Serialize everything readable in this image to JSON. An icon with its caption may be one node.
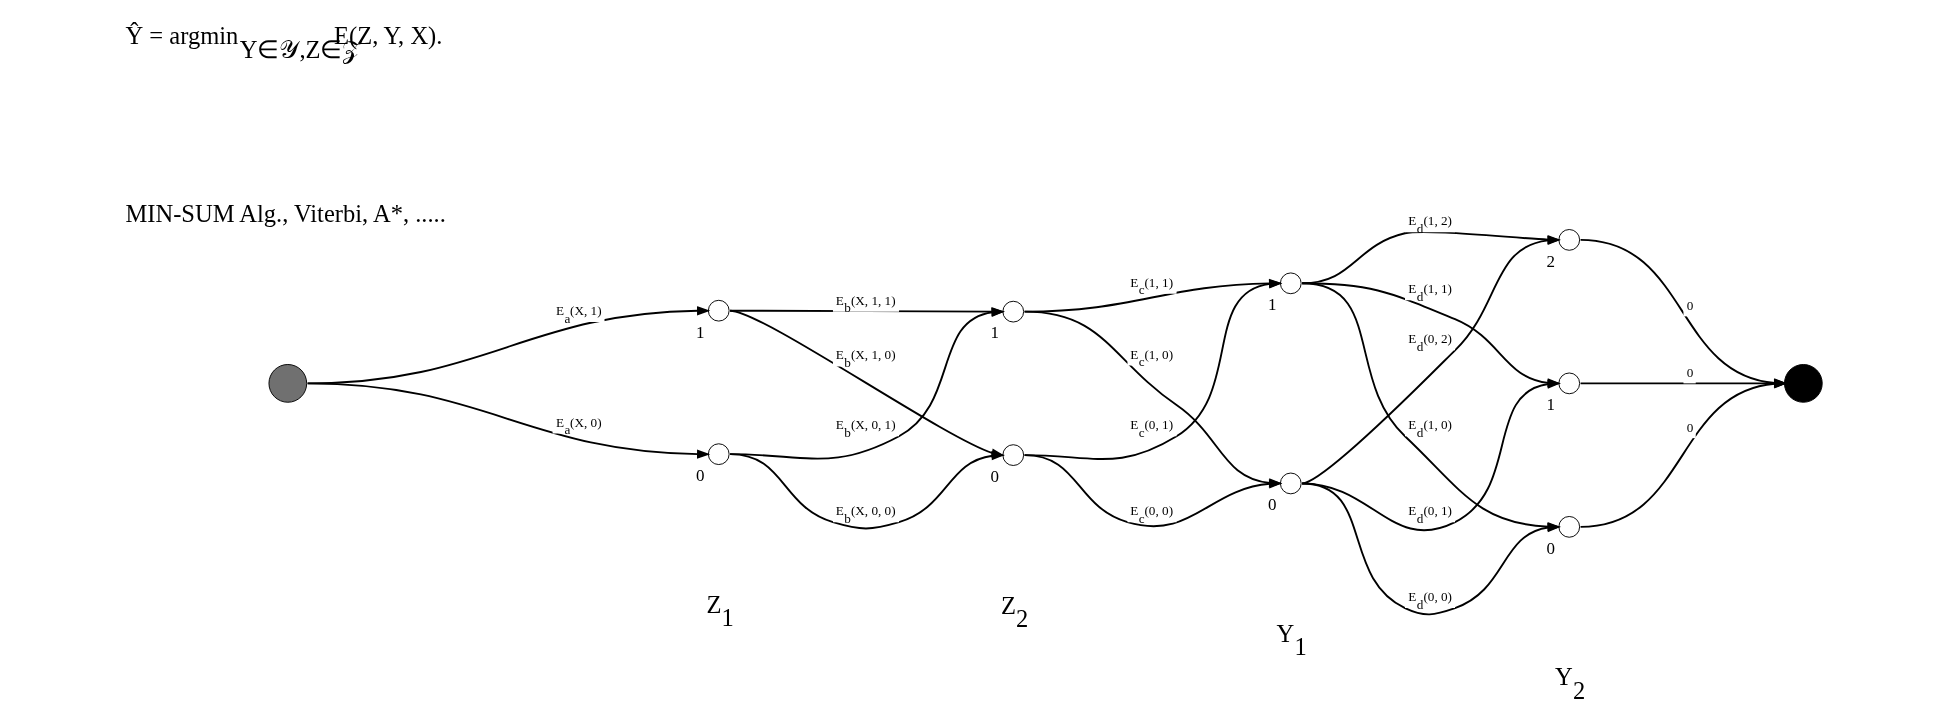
{
  "diagram": {
    "nodes": [
      {
        "text": [],
        "shape": "circle"
      },
      {
        "text": [],
        "shape": "circle",
        "beside": [
          "1"
        ]
      },
      {
        "text": [],
        "shape": "circle",
        "beside": [
          "0"
        ]
      },
      {
        "text": [],
        "shape": "circle",
        "beside": [
          "1"
        ]
      },
      {
        "text": [],
        "shape": "circle",
        "beside": [
          "0"
        ]
      },
      {
        "text": [],
        "shape": "circle",
        "beside": [
          "1"
        ]
      },
      {
        "text": [],
        "shape": "circle",
        "beside": [
          "0"
        ]
      },
      {
        "text": [],
        "shape": "circle",
        "beside": [
          "2"
        ]
      },
      {
        "text": [],
        "shape": "circle",
        "beside": [
          "1"
        ]
      },
      {
        "text": [],
        "shape": "circle",
        "beside": [
          "0"
        ]
      },
      {
        "text": [],
        "shape": "circle"
      }
    ],
    "edges": [
      {
        "from": 0,
        "to": 1,
        "arrow": "to",
        "label": "E$_{a}$(X, 1)"
      },
      {
        "from": 0,
        "to": 2,
        "arrow": "to",
        "label": "E$_{a}$(X, 0)"
      },
      {
        "from": 1,
        "to": 3,
        "arrow": "to",
        "label": "E$_{b}$(X, 1, 1)"
      },
      {
        "from": 1,
        "to": 4,
        "arrow": "to",
        "label": "E$_{b}$(X, 1, 0)"
      },
      {
        "from": 2,
        "to": 3,
        "arrow": "to",
        "label": "E$_{b}$(X, 0, 1)"
      },
      {
        "from": 2,
        "to": 4,
        "arrow": "to",
        "label": "E$_{b}$(X, 0, 0)"
      },
      {
        "from": 3,
        "to": 5,
        "arrow": "to",
        "label": "E$_{c}$(1, 1)"
      },
      {
        "from": 3,
        "to": 6,
        "arrow": "to",
        "label": "E$_{c}$(1, 0)"
      },
      {
        "from": 4,
        "to": 5,
        "arrow": "to",
        "label": "E$_{c}$(0, 1)"
      },
      {
        "from": 4,
        "to": 6,
        "arrow": "to",
        "label": "E$_{c}$(0, 0)"
      },
      {
        "from": 5,
        "to": 7,
        "arrow": "to",
        "label": "E$_{d}$(1, 2)"
      },
      {
        "from": 5,
        "to": 8,
        "arrow": "to",
        "label": "E$_{d}$(1, 1)"
      },
      {
        "from": 5,
        "to": 9,
        "arrow": "to",
        "label": "E$_{d}$(1, 0)"
      },
      {
        "from": 6,
        "to": 7,
        "arrow": "to",
        "label": "E$_{d}$(0, 2)"
      },
      {
        "from": 6,
        "to": 8,
        "arrow": "to",
        "label": "E$_{d}$(0, 1)"
      },
      {
        "from": 6,
        "to": 9,
        "arrow": "to",
        "label": "E$_{d}$(0, 0)"
      },
      {
        "from": 7,
        "to": 10,
        "arrow": "to",
        "label": "0"
      },
      {
        "from": 8,
        "to": 10,
        "arrow": "to",
        "label": "0"
      },
      {
        "from": 9,
        "to": 10,
        "arrow": "to",
        "label": "0"
      }
    ],
    "labels": [
      "Ŷ = argmin$_{Y∈𝒴,Z∈𝒵}$ E(Z, Y, X).",
      "MIN-SUM Alg., Viterbi, A*, .....",
      "Z$_{1}$",
      "Z$_{2}$",
      "Y$_{1}$",
      "Y$_{2}$"
    ]
  }
}
